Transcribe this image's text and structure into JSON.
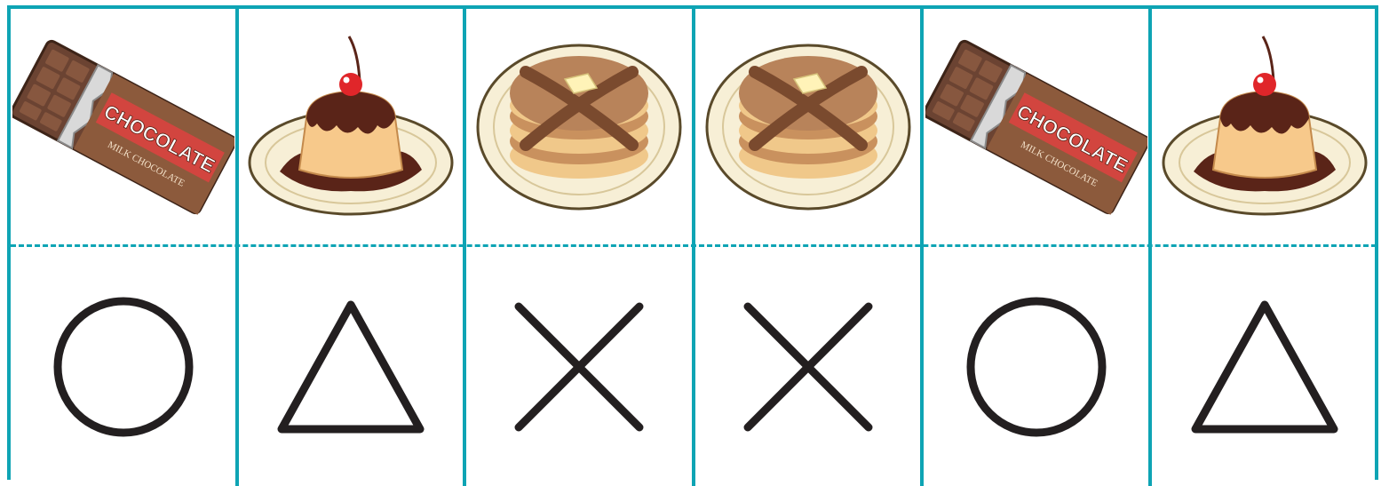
{
  "colors": {
    "grid_line": "#0ea4b4",
    "symbol_stroke": "#231f20",
    "chocolate_label": "#d2453f",
    "chocolate_bar": "#6b4332",
    "plate_rim": "#f7efd6",
    "sauce": "#5a2418",
    "pudding": "#f7c98b",
    "cherry": "#e0262a",
    "pancake": "#b8835a",
    "syrup": "#7a4a2e",
    "butter": "#fff3b8"
  },
  "columns": [
    {
      "food": "chocolate",
      "label_main": "CHOCOLATE",
      "label_sub": "MILK CHOCOLATE",
      "symbol": "circle-icon"
    },
    {
      "food": "pudding",
      "symbol": "triangle-icon"
    },
    {
      "food": "pancakes",
      "symbol": "cross-icon"
    },
    {
      "food": "pancakes",
      "symbol": "cross-icon"
    },
    {
      "food": "chocolate",
      "label_main": "CHOCOLATE",
      "label_sub": "MILK CHOCOLATE",
      "symbol": "circle-icon"
    },
    {
      "food": "pudding",
      "symbol": "triangle-icon"
    }
  ]
}
